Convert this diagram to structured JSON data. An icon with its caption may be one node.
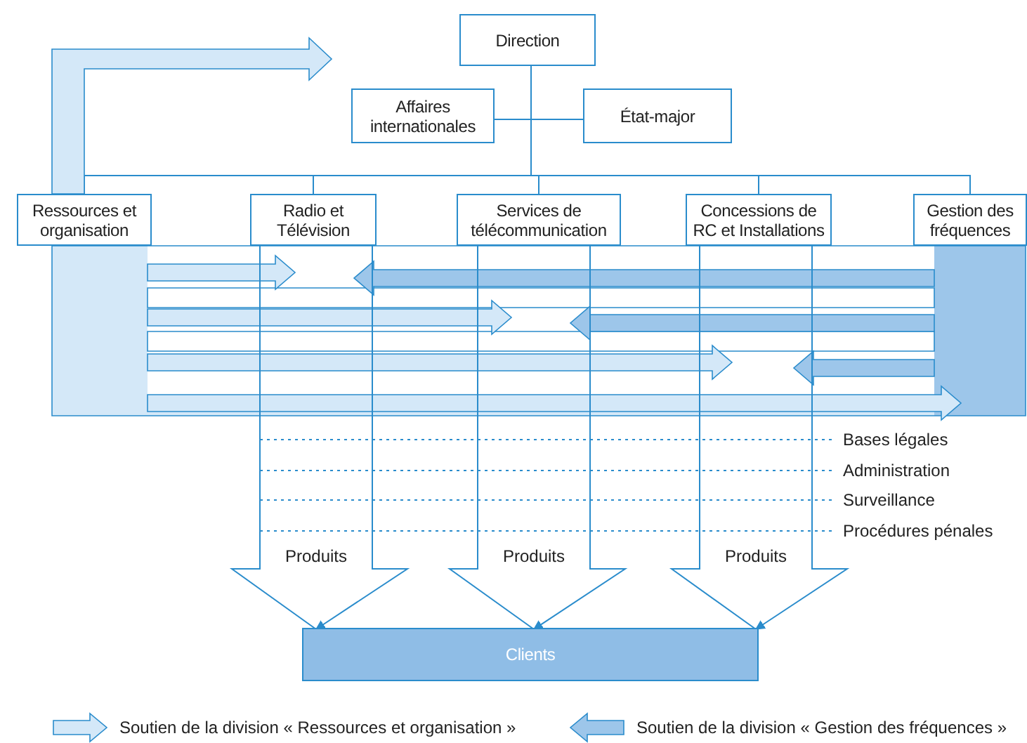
{
  "diagram": {
    "nodes": [
      {
        "text": [
          "Direction"
        ]
      },
      {
        "text": [
          "Affaires internationales"
        ]
      },
      {
        "text": [
          "État-major"
        ]
      },
      {
        "text": [
          "Ressources et organisation"
        ]
      },
      {
        "text": [
          "Radio et Télévision"
        ]
      },
      {
        "text": [
          "Services de télécommunication"
        ]
      },
      {
        "text": [
          "Concessions de RC et Installations"
        ]
      },
      {
        "text": [
          "Gestion des fréquences"
        ]
      },
      {
        "text": [
          "Clients"
        ]
      }
    ],
    "edges": [
      {
        "from": 0,
        "to": 1,
        "arrow": "none"
      },
      {
        "from": 0,
        "to": 2,
        "arrow": "none"
      },
      {
        "from": 0,
        "to": 3,
        "arrow": "none"
      },
      {
        "from": 0,
        "to": 4,
        "arrow": "none"
      },
      {
        "from": 0,
        "to": 5,
        "arrow": "none"
      },
      {
        "from": 0,
        "to": 6,
        "arrow": "none"
      },
      {
        "from": 0,
        "to": 7,
        "arrow": "none"
      },
      {
        "from": 3,
        "to": null,
        "arrow": "to",
        "style": "thick",
        "color": "#d4e8f8"
      },
      {
        "from": 3,
        "to": 4,
        "arrow": "to",
        "style": "thick",
        "color": "#d4e8f8"
      },
      {
        "from": 7,
        "to": 4,
        "arrow": "to",
        "style": "thick",
        "color": "#9dc6ea"
      },
      {
        "from": 3,
        "to": 5,
        "arrow": "to",
        "style": "thick",
        "color": "#d4e8f8"
      },
      {
        "from": 7,
        "to": 5,
        "arrow": "to",
        "style": "thick",
        "color": "#9dc6ea"
      },
      {
        "from": 3,
        "to": 6,
        "arrow": "to",
        "style": "thick",
        "color": "#d4e8f8"
      },
      {
        "from": 7,
        "to": 6,
        "arrow": "to",
        "style": "thick",
        "color": "#9dc6ea"
      },
      {
        "from": 3,
        "to": 7,
        "arrow": "to",
        "style": "thick",
        "color": "#d4e8f8"
      },
      {
        "from": 4,
        "to": 8,
        "arrow": "to",
        "label": "Produits"
      },
      {
        "from": 5,
        "to": 8,
        "arrow": "to",
        "label": "Produits"
      },
      {
        "from": 6,
        "to": 8,
        "arrow": "to",
        "label": "Produits"
      }
    ],
    "labels": [
      "Bases légales",
      "Administration",
      "Surveillance",
      "Procédures pénales"
    ],
    "legend": [
      {
        "text": "Soutien de la division « Ressources et organisation »"
      },
      {
        "text": "Soutien de la division « Gestion des fréquences »"
      }
    ]
  }
}
